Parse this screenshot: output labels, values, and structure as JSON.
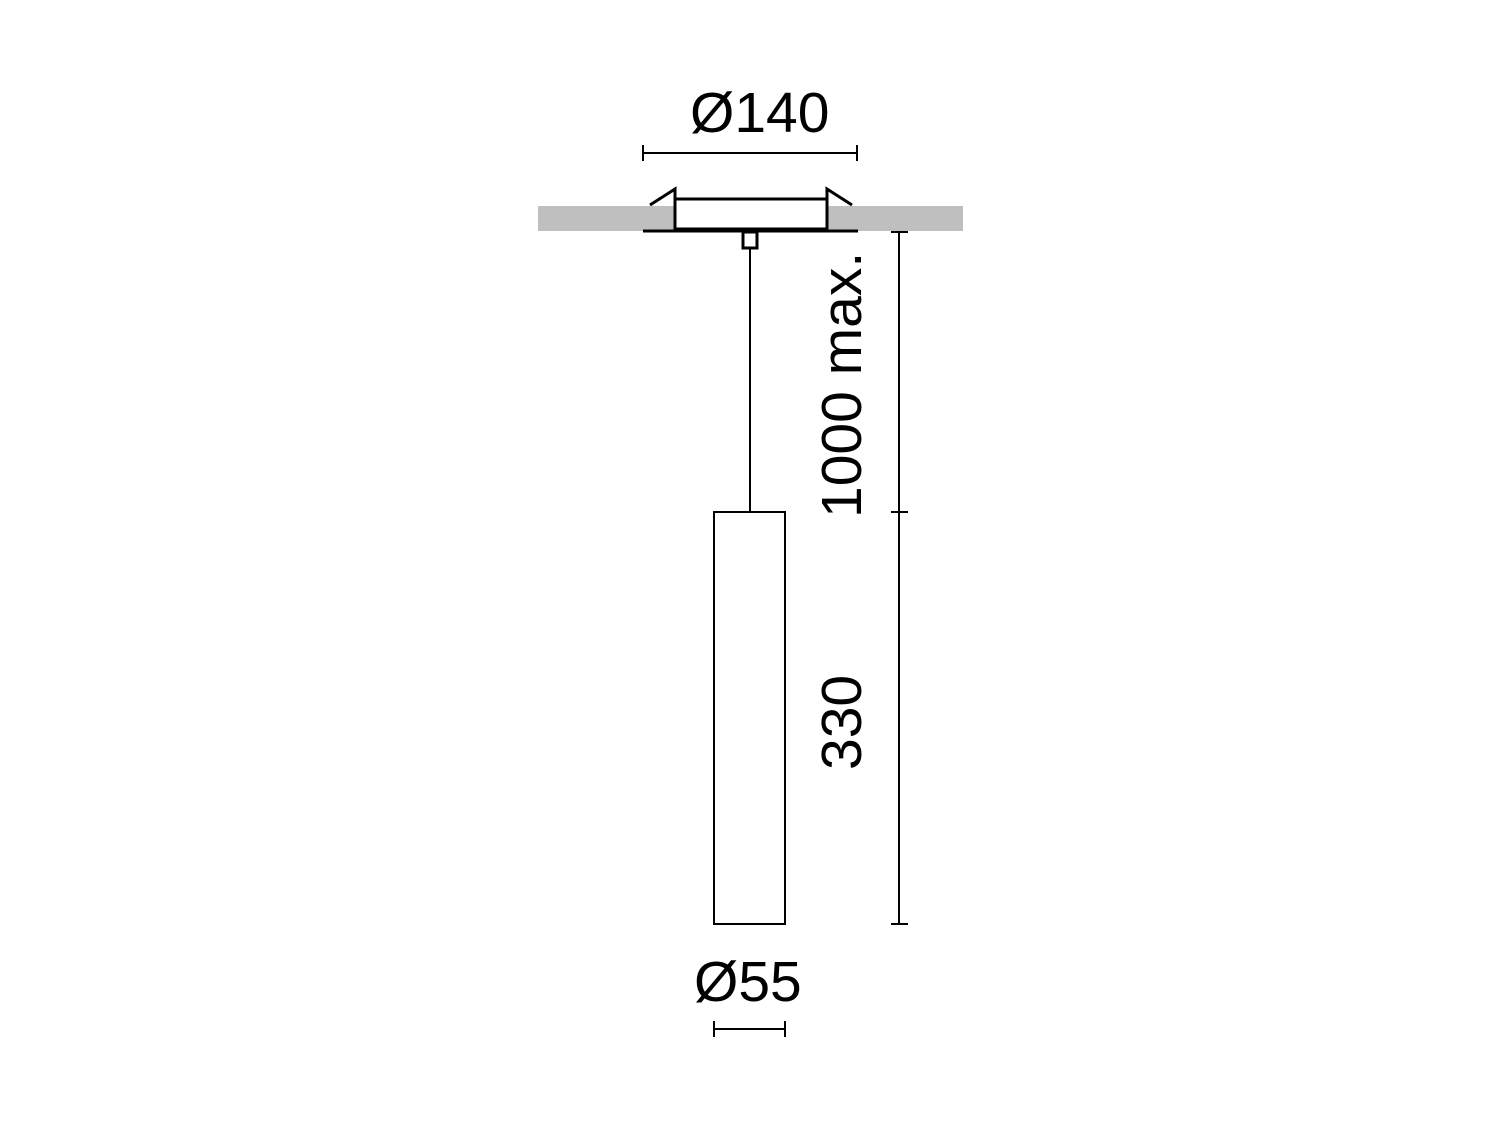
{
  "drawing": {
    "type": "pendant-lamp-dimension-drawing",
    "colors": {
      "line": "#000000",
      "ceiling": "#bfbfbf",
      "background": "#ffffff"
    },
    "dimensions": {
      "canopy_diameter": "Ø140",
      "cable_length": "1000 max.",
      "body_height": "330",
      "body_diameter": "Ø55"
    }
  }
}
